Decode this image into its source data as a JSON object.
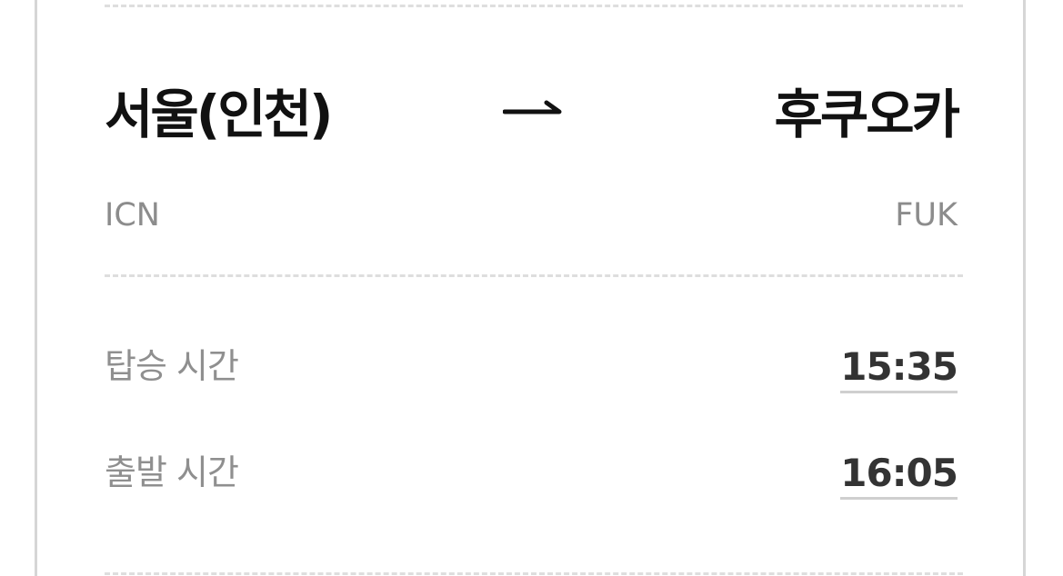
{
  "route": {
    "origin": {
      "city": "서울(인천)",
      "code": "ICN"
    },
    "destination": {
      "city": "후쿠오카",
      "code": "FUK"
    },
    "arrow_icon": "arrow-right-icon"
  },
  "schedule": {
    "boarding": {
      "label": "탑승 시간",
      "time": "15:35"
    },
    "departure": {
      "label": "출발 시간",
      "time": "16:05"
    }
  },
  "colors": {
    "primary_text": "#111111",
    "secondary_text": "#8f8f8f",
    "divider": "#dedede",
    "border": "#d6d6d6"
  }
}
